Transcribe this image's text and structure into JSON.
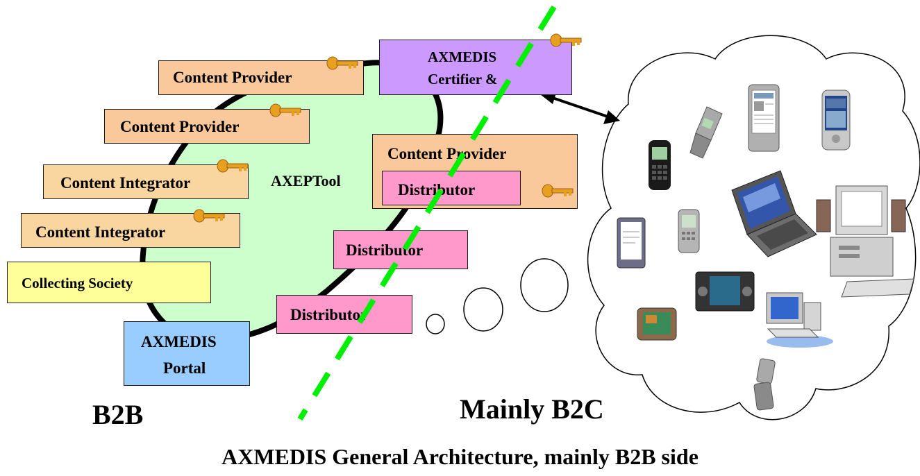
{
  "diagram": {
    "providers": [
      {
        "label": "Content Provider"
      },
      {
        "label": "Content Provider"
      }
    ],
    "integrators": [
      {
        "label": "Content Integrator"
      },
      {
        "label": "Content Integrator"
      }
    ],
    "collecting_society": {
      "label": "Collecting Society"
    },
    "portal": {
      "line1": "AXMEDIS",
      "line2": "Portal"
    },
    "certifier": {
      "line1": "AXMEDIS",
      "line2": "Certifier  &"
    },
    "provider_group": {
      "label": "Content Provider",
      "inner": "Distributor"
    },
    "distributors": [
      {
        "label": "Distributor"
      },
      {
        "label": "Distributor"
      }
    ],
    "tool_label": "AXEPTool",
    "left_region": "B2B",
    "right_region": "Mainly B2C",
    "caption": "AXMEDIS General Architecture, mainly B2B side",
    "colors": {
      "provider": "#f9c99b",
      "integrator": "#f9d6a0",
      "society": "#ffff99",
      "distributor": "#ff99cc",
      "portal": "#99ccff",
      "certifier": "#cc99ff",
      "blob": "#ccffcc",
      "divider": "#00ee00",
      "key": "#e8a020"
    },
    "icons": [
      "key-icon",
      "mobile-phone-icon",
      "flip-phone-icon",
      "pda-icon",
      "laptop-icon",
      "desktop-computer-icon",
      "car-navigation-icon"
    ]
  }
}
